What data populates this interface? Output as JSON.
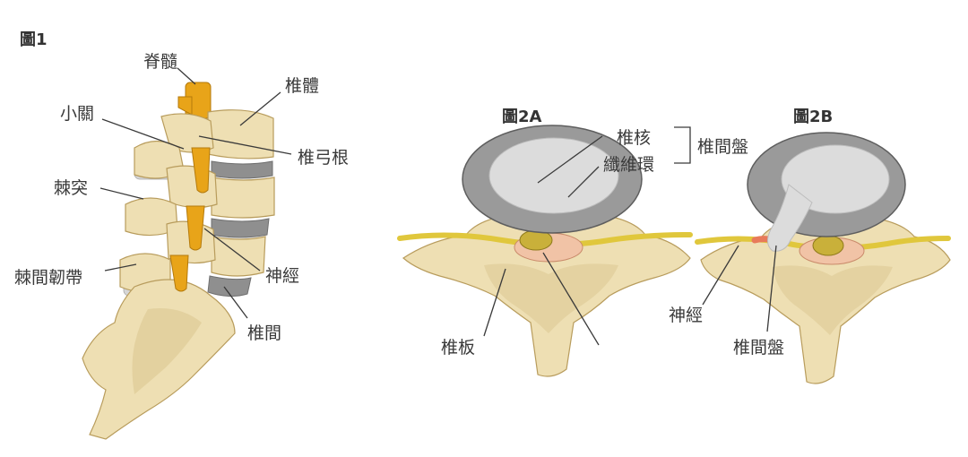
{
  "figure1": {
    "title": "圖1",
    "labels": {
      "spinal_cord": "脊髓",
      "vertebral_body": "椎體",
      "facet_joint": "小關",
      "pedicle": "椎弓根",
      "spinous_process": "棘突",
      "interspinous_ligament": "棘間韌帶",
      "nerve": "神經",
      "intervertebral": "椎間"
    }
  },
  "figure2a": {
    "title": "圖2A",
    "labels": {
      "nucleus": "椎核",
      "annulus": "纖維環",
      "disc": "椎間盤",
      "lamina": "椎板"
    }
  },
  "figure2b": {
    "title": "圖2B",
    "labels": {
      "nerve": "神經",
      "disc": "椎間盤"
    }
  },
  "colors": {
    "bone": "#eedfb3",
    "disc": "#9a9a9a",
    "nerve": "#e0c73c",
    "nerve_root": "#e8a419",
    "cord": "#c9b03a",
    "herniation": "#e87a5a"
  }
}
